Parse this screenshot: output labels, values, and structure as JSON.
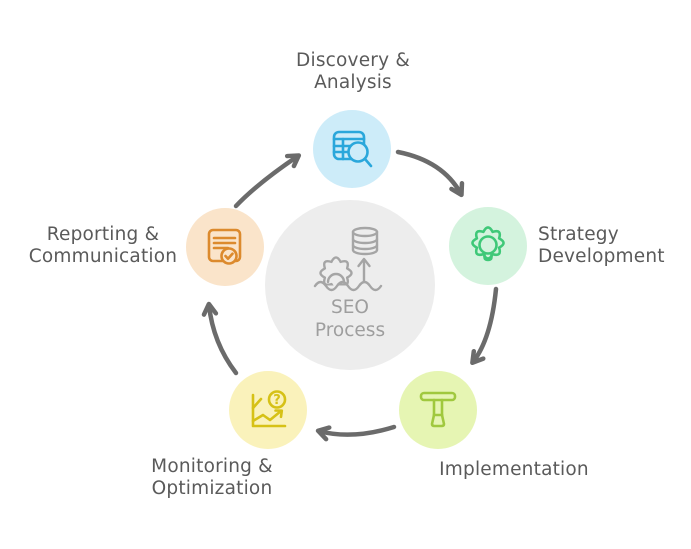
{
  "diagram": {
    "type": "cycle",
    "center": {
      "label": "SEO\nProcess",
      "icon": "seo-gear-database-growth-icon",
      "bg_color": "#ededed",
      "icon_color": "#a5a5a5",
      "text_color": "#9e9e9e"
    },
    "stages": [
      {
        "id": "discovery",
        "label": "Discovery &\nAnalysis",
        "icon": "table-search-icon",
        "bg_color": "#cdecf9",
        "icon_color": "#2aa7db"
      },
      {
        "id": "strategy",
        "label": "Strategy\nDevelopment",
        "icon": "gear-lightbulb-icon",
        "bg_color": "#d4f3de",
        "icon_color": "#3fc878"
      },
      {
        "id": "implementation",
        "label": "Implementation",
        "icon": "t-wrench-icon",
        "bg_color": "#e6f5b3",
        "icon_color": "#a0c83e"
      },
      {
        "id": "monitoring",
        "label": "Monitoring &\nOptimization",
        "icon": "chart-question-icon",
        "bg_color": "#faf2bb",
        "icon_color": "#d6c116"
      },
      {
        "id": "reporting",
        "label": "Reporting &\nCommunication",
        "icon": "document-check-icon",
        "bg_color": "#fae4ca",
        "icon_color": "#dc8a2d"
      }
    ],
    "flow_order": [
      "discovery",
      "strategy",
      "implementation",
      "monitoring",
      "reporting"
    ],
    "arrow_color": "#6b6b6b",
    "label_color": "#5a5a5a"
  }
}
